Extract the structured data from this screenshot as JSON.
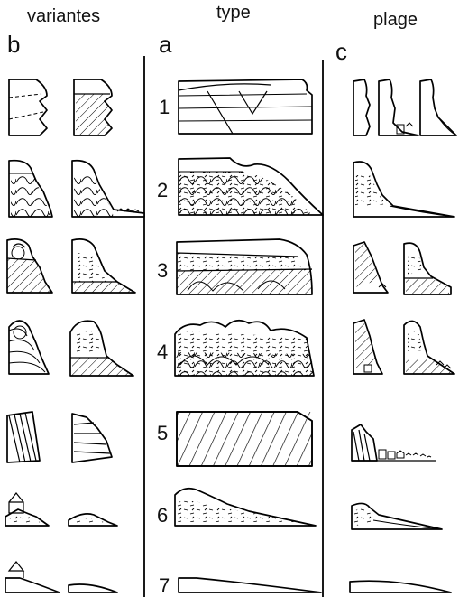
{
  "headers": {
    "variants": "variantes",
    "type": "type",
    "beach": "plage"
  },
  "letters": {
    "variants": "b",
    "type": "a",
    "beach": "c"
  },
  "rows": [
    {
      "number": "1"
    },
    {
      "number": "2"
    },
    {
      "number": "3"
    },
    {
      "number": "4"
    },
    {
      "number": "5"
    },
    {
      "number": "6"
    },
    {
      "number": "7"
    }
  ],
  "colors": {
    "ink": "#000000",
    "paper": "#ffffff"
  }
}
